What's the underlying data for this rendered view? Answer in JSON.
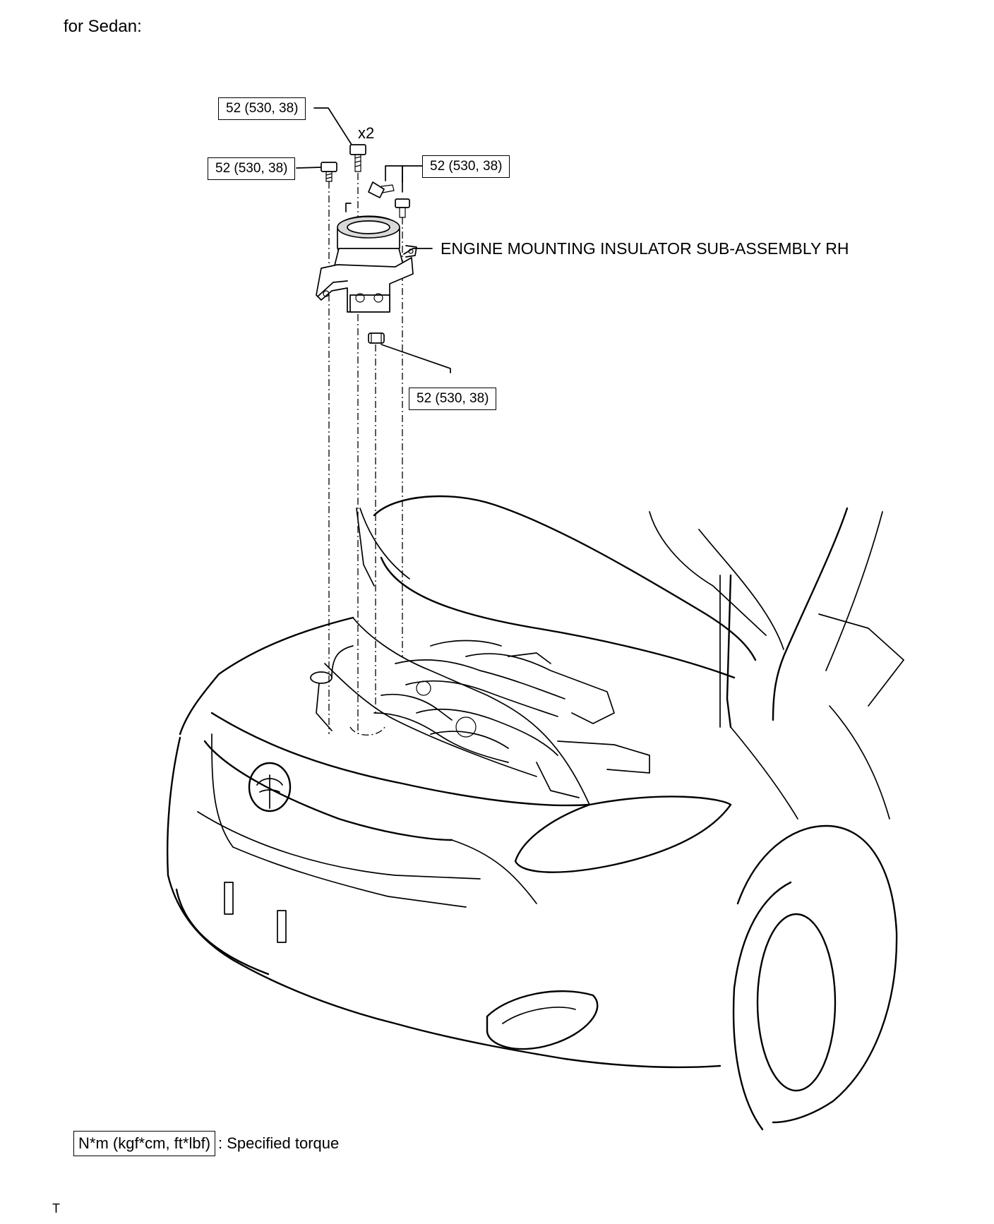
{
  "heading": "for Sedan:",
  "torque_callouts": [
    "52 (530, 38)",
    "52 (530, 38)",
    "52 (530, 38)",
    "52 (530, 38)"
  ],
  "quantity_label": "x2",
  "part_label": "ENGINE MOUNTING INSULATOR SUB-ASSEMBLY RH",
  "legend": {
    "unit": "N*m (kgf*cm, ft*lbf)",
    "text": ": Specified torque"
  },
  "corner_mark": "T"
}
